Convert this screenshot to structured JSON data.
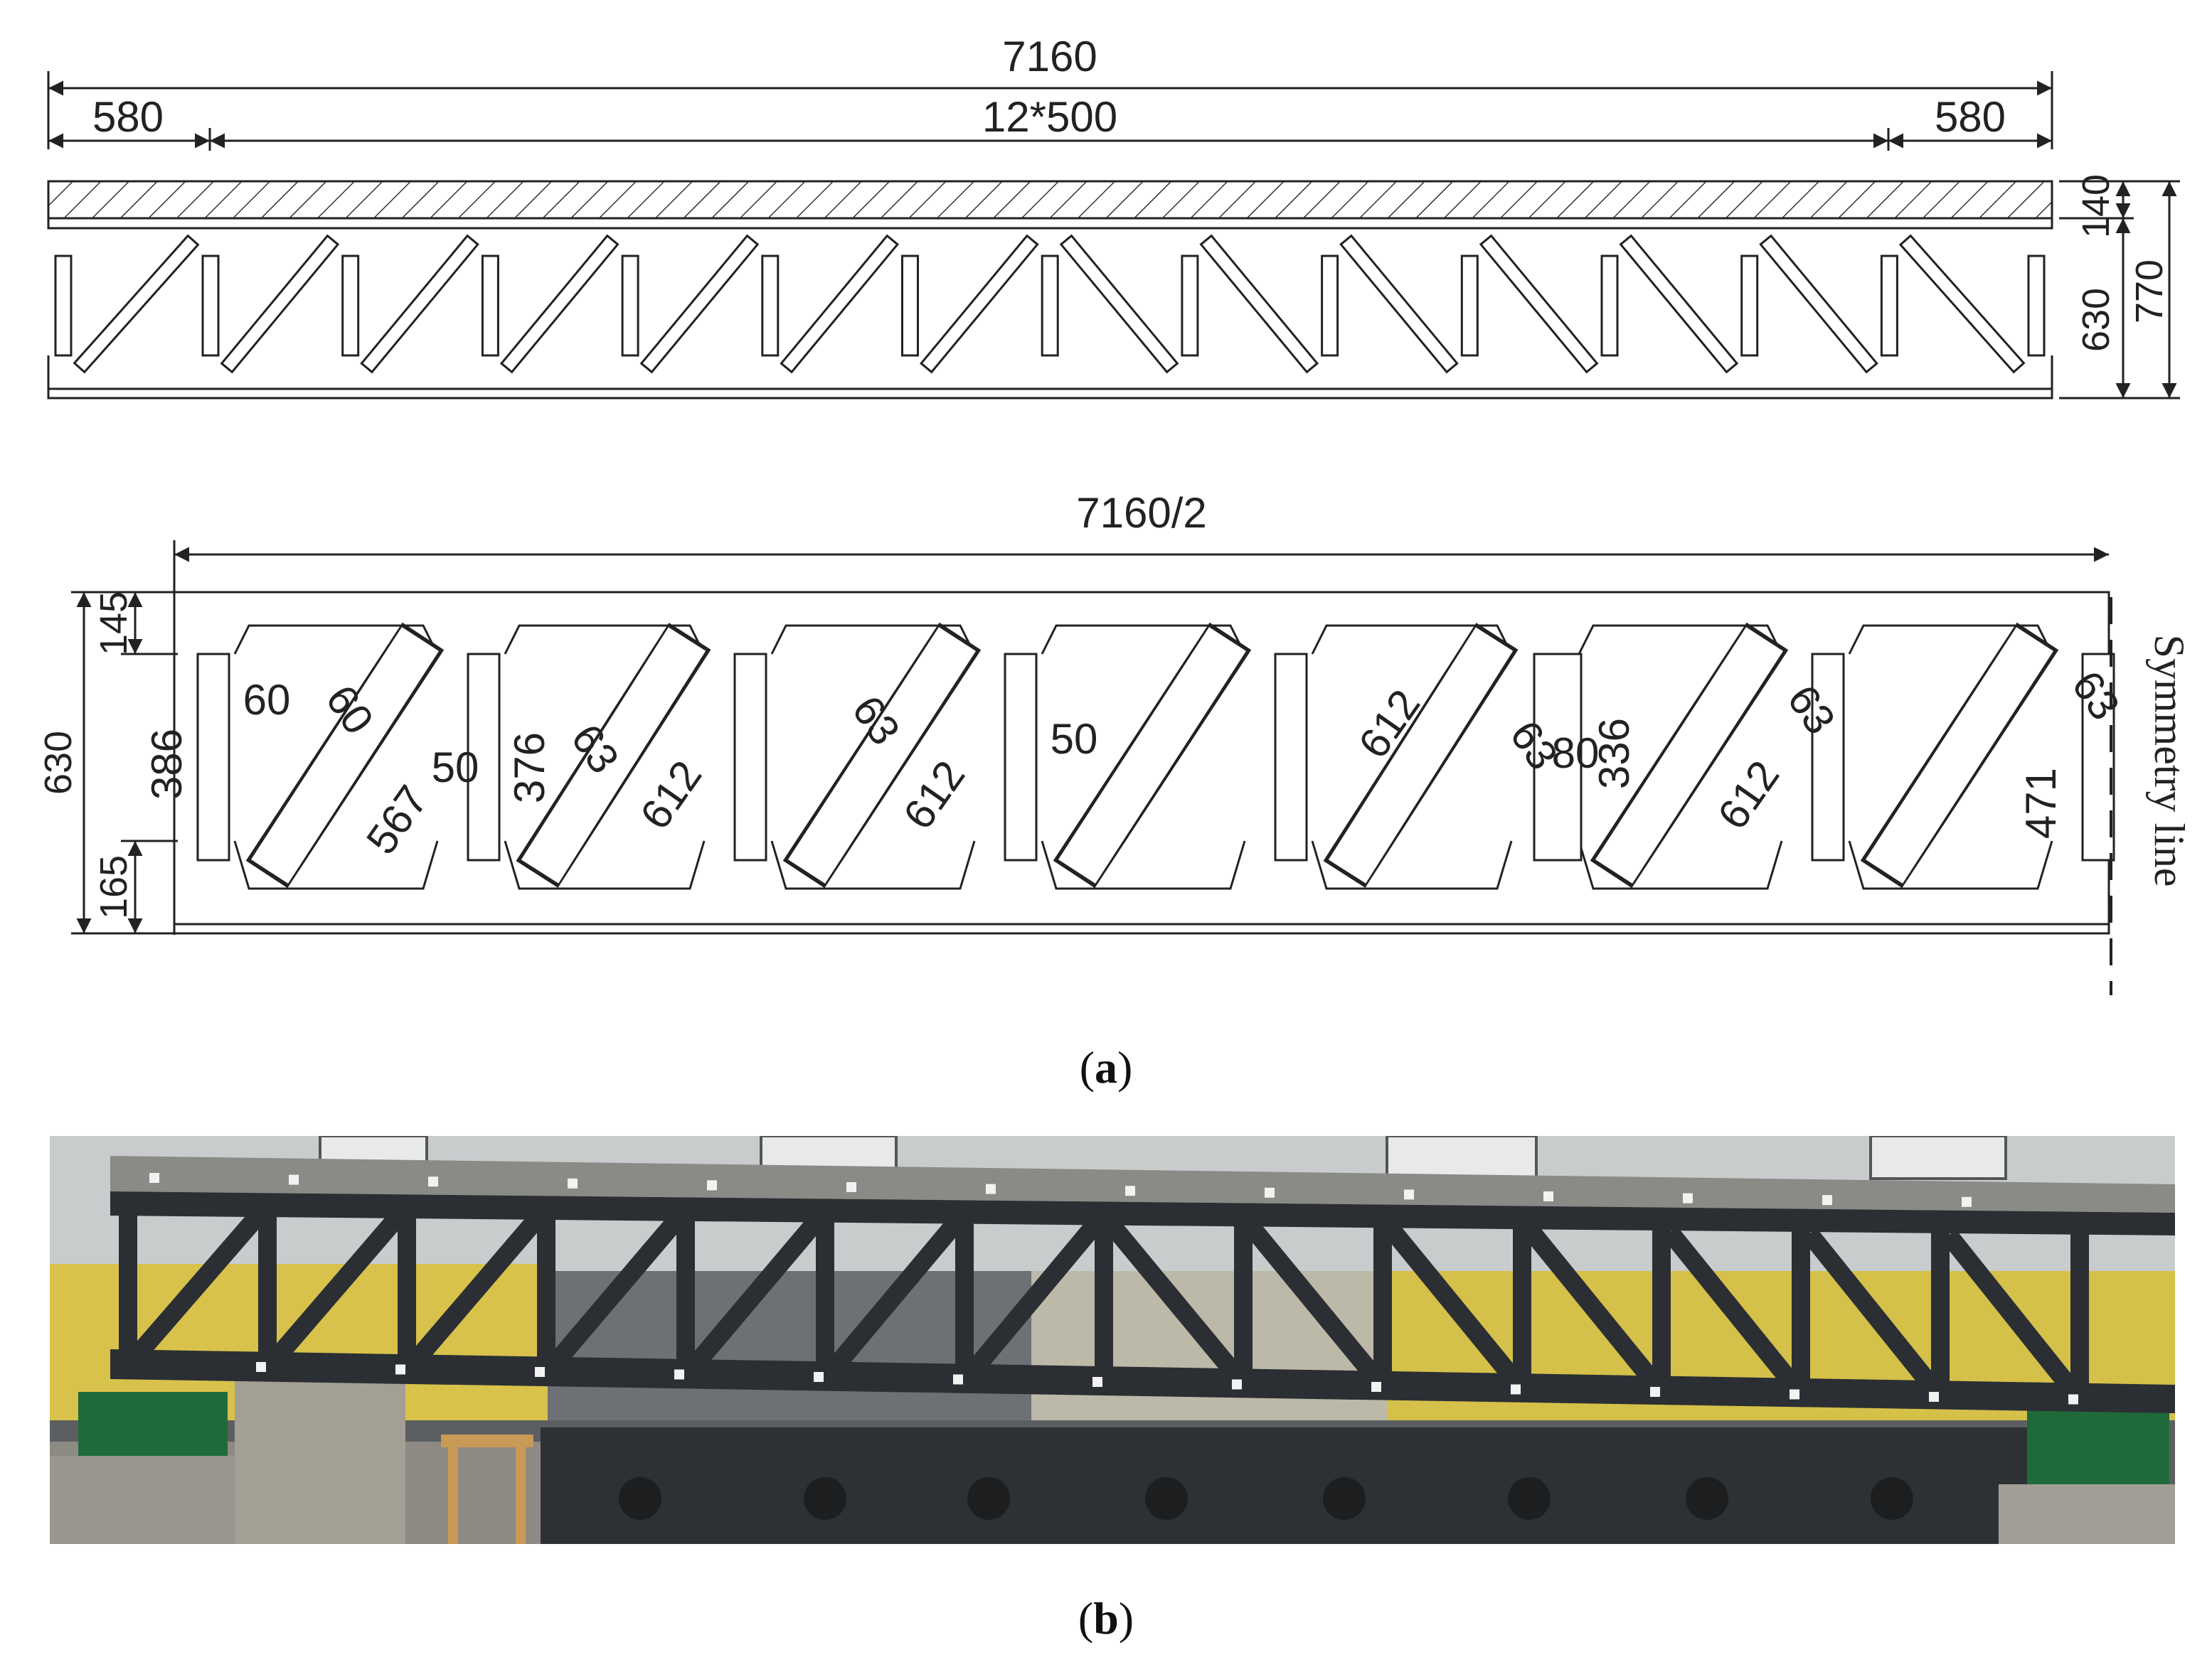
{
  "elevation": {
    "overall_length": "7160",
    "end_panel_left": "580",
    "middle_panels": "12*500",
    "end_panel_right": "580",
    "slab_thickness": "140",
    "truss_height": "630",
    "total_height": "770"
  },
  "detail": {
    "half_length": "7160/2",
    "total_height": "630",
    "top_chord_height": "145",
    "bottom_chord_height": "165",
    "symmetry_label": "Symmetry line",
    "widths": [
      "60",
      "60",
      "50",
      "63",
      "63",
      "50",
      "63",
      "80",
      "63",
      "63"
    ],
    "lengths": [
      "386",
      "567",
      "376",
      "612",
      "612",
      "612",
      "336",
      "612",
      "471"
    ]
  },
  "captions": {
    "a_open": "(",
    "a_letter": "a",
    "a_close": ")",
    "b_open": "(",
    "b_letter": "b",
    "b_close": ")"
  },
  "photo": {
    "steel_color": "#2b2f33",
    "slab_color": "#8a8a86",
    "wall_color": "#d6c34a",
    "support_color": "#1f6a3a"
  }
}
